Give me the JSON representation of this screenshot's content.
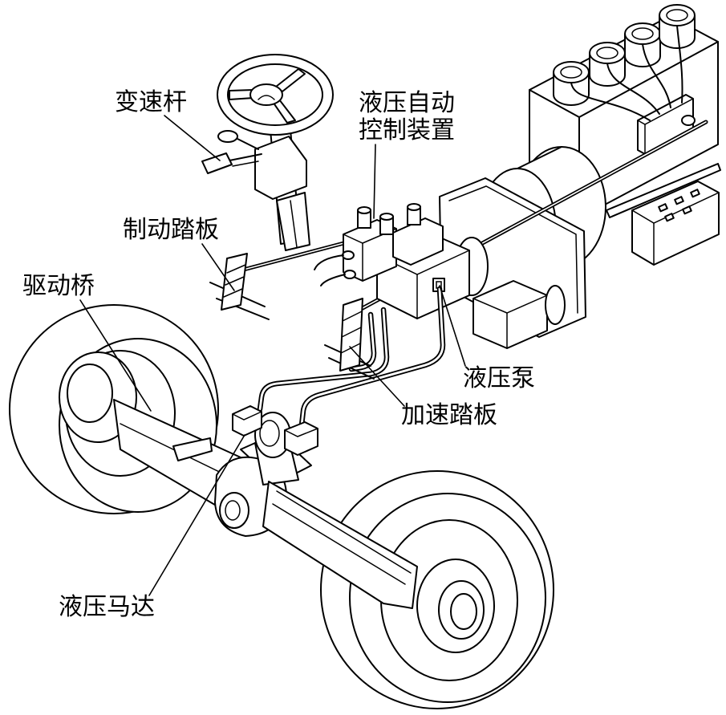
{
  "diagram": {
    "colors": {
      "line": "#000000",
      "background": "#ffffff"
    },
    "labels": {
      "gear_lever": "变速杆",
      "control_unit_line1": "液压自动",
      "control_unit_line2": "控制装置",
      "brake_pedal": "制动踏板",
      "drive_axle": "驱动桥",
      "hydraulic_pump": "液压泵",
      "accelerator_pedal": "加速踏板",
      "hydraulic_motor": "液压马达"
    }
  }
}
